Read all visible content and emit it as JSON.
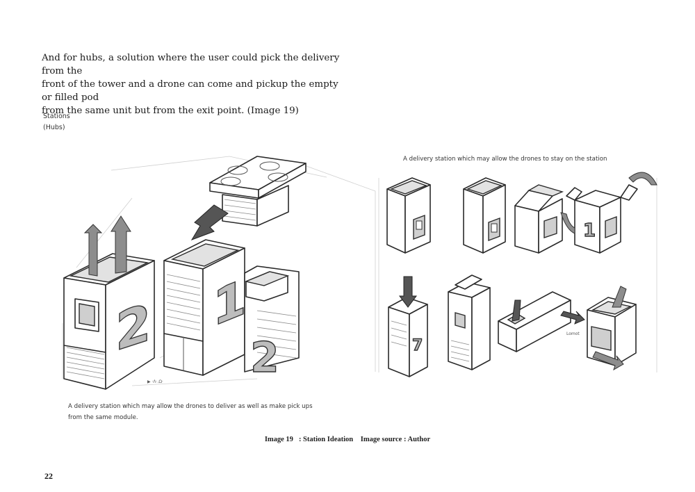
{
  "intro": {
    "lines": [
      "And for hubs, a solution where the user could pick the delivery from the",
      "front of the tower and a drone can come and pickup the empty or filled pod",
      "from the same unit but from the exit point. (Image 19)"
    ]
  },
  "section": {
    "label_line1": "Stations",
    "label_line2": "(Hubs)"
  },
  "captions": {
    "right": "A delivery station which may allow the drones to stay on the station",
    "left_line1": "A delivery station which may allow the drones to deliver as well as make pick ups",
    "left_line2": "from the same module."
  },
  "figure": {
    "caption_number": "Image 19",
    "caption_title": ": Station Ideation",
    "caption_source": "Image source : Author"
  },
  "page": {
    "number": "22"
  },
  "sketch_marks": {
    "tower_two": "2",
    "tower_one": "1",
    "small_one": "1",
    "small_seven": "7"
  }
}
